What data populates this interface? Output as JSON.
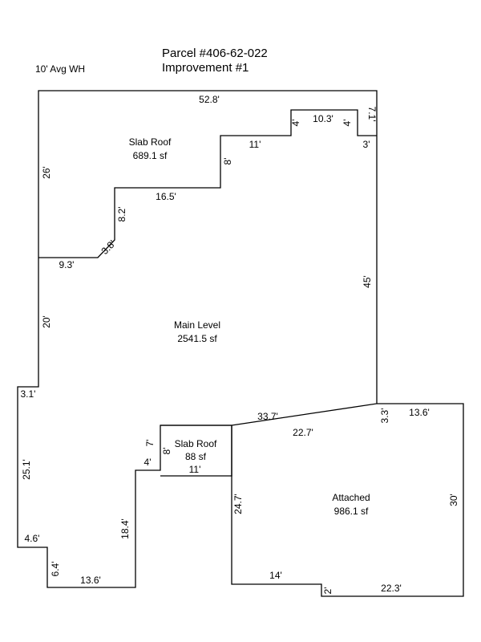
{
  "header": {
    "parcel": "Parcel #406-62-022",
    "improvement": "Improvement #1",
    "wall_height_note": "10' Avg WH"
  },
  "areas": {
    "slab_roof_top": {
      "name": "Slab Roof",
      "size": "689.1 sf"
    },
    "main_level": {
      "name": "Main Level",
      "size": "2541.5 sf"
    },
    "slab_roof_small": {
      "name": "Slab Roof",
      "size": "88 sf"
    },
    "attached": {
      "name": "Attached",
      "size": "986.1 sf"
    }
  },
  "dimensions": {
    "top_width": "52.8'",
    "notch_width": "10.3'",
    "notch_left_height": "4'",
    "notch_right_height": "4'",
    "right_top_height": "7.1'",
    "right_jog": "3'",
    "step_upper_width": "11'",
    "step_upper_height": "8'",
    "step_lower_width": "16.5'",
    "step_lower_height": "8.2'",
    "diagonal": "3.8'",
    "slab_left_width": "9.3'",
    "left_upper_height": "26'",
    "left_middle_height": "20'",
    "right_main_height": "45'",
    "left_jog": "3.1'",
    "left_lower_height": "25.1'",
    "bottom_left_jog": "4.6'",
    "bottom_left_height": "6.4'",
    "bottom_width": "13.6'",
    "inner_height": "18.4'",
    "inner_jog": "4'",
    "small_slab_outer_height": "7'",
    "small_slab_height": "8'",
    "small_slab_width": "11'",
    "main_bottom_width": "33.7'",
    "attached_top_width": "22.7'",
    "attached_jog": "3.3'",
    "attached_right_top": "13.6'",
    "attached_left_height": "24.7'",
    "attached_right_height": "30'",
    "attached_bottom_left": "14'",
    "attached_bottom_step": "2'",
    "attached_bottom_right": "22.3'"
  }
}
